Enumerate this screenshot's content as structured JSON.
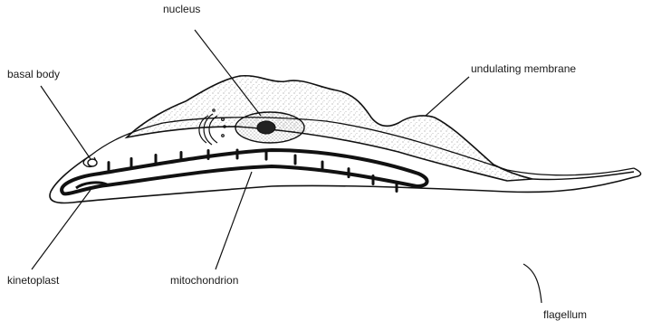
{
  "labels": {
    "nucleus": "nucleus",
    "basal_body": "basal body",
    "undulating_membrane": "undulating membrane",
    "kinetoplast": "kinetoplast",
    "mitochondrion": "mitochondrion",
    "flagellum": "flagellum"
  }
}
